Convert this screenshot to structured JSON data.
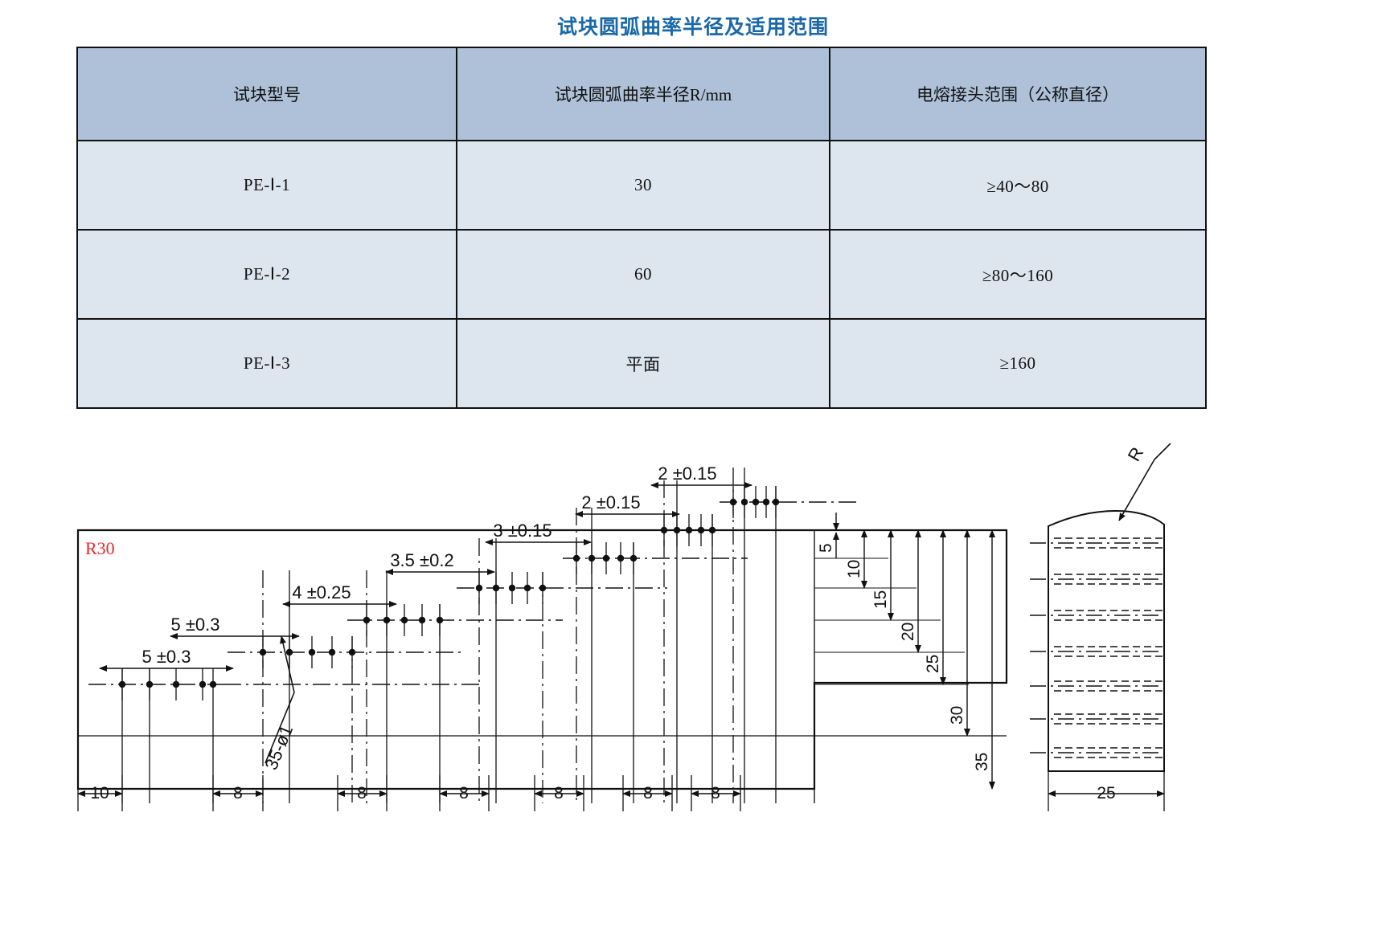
{
  "title": "试块圆弧曲率半径及适用范围",
  "title_color": "#1a68a8",
  "table": {
    "headers": [
      "试块型号",
      "试块圆弧曲率半径R/mm",
      "电熔接头范围（公称直径）"
    ],
    "rows": [
      [
        "PE-Ⅰ-1",
        "30",
        "≥40～80"
      ],
      [
        "PE-Ⅰ-2",
        "60",
        "≥80～160"
      ],
      [
        "PE-Ⅰ-3",
        "平面",
        "≥160"
      ]
    ],
    "header_bg": "#aec1d8",
    "row_bg": "#dde5ef",
    "border_color": "#111111"
  },
  "drawing": {
    "radius_note": "R30",
    "radius_note_color": "#e8282d",
    "hole_callout": "35-ø1",
    "section_radius_label": "R",
    "horizontal_dims": [
      "5 ±0.3",
      "5 ±0.3",
      "4 ±0.25",
      "3.5 ±0.2",
      "3 ±0.15",
      "2 ±0.15",
      "2 ±0.15"
    ],
    "vertical_dims": [
      "5",
      "10",
      "15",
      "20",
      "25",
      "30",
      "35"
    ],
    "bottom_dims": [
      "10",
      "8",
      "8",
      "8",
      "8",
      "8",
      "8"
    ],
    "section_width_dim": "25",
    "hole_row_count": 7,
    "holes_per_row": 5
  }
}
